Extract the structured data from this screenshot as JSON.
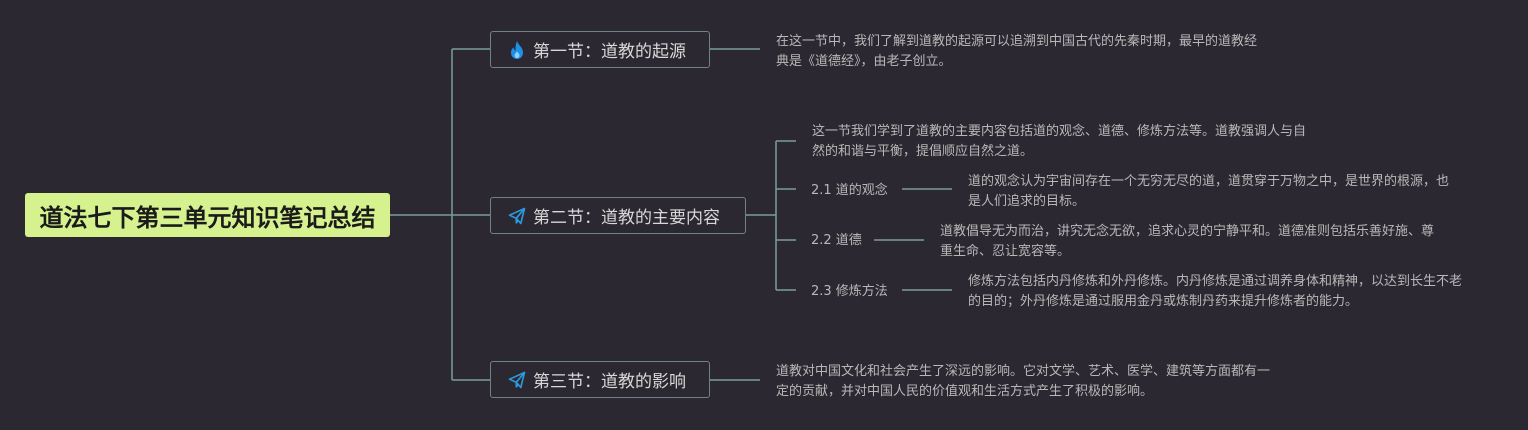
{
  "root": {
    "title": "道法七下第三单元知识笔记总结"
  },
  "sections": [
    {
      "title": "第一节：道教的起源",
      "icon": "fire-icon",
      "note": "在这一节中，我们了解到道教的起源可以追溯到中国古代的先秦时期，最早的道教经典是《道德经》，由老子创立。"
    },
    {
      "title": "第二节：道教的主要内容",
      "icon": "paper-plane-icon",
      "note": "这一节我们学到了道教的主要内容包括道的观念、道德、修炼方法等。道教强调人与自然的和谐与平衡，提倡顺应自然之道。",
      "children": [
        {
          "title": "2.1 道的观念",
          "note": "道的观念认为宇宙间存在一个无穷无尽的道，道贯穿于万物之中，是世界的根源，也是人们追求的目标。"
        },
        {
          "title": "2.2 道德",
          "note": "道教倡导无为而治，讲究无念无欲，追求心灵的宁静平和。道德准则包括乐善好施、尊重生命、忍让宽容等。"
        },
        {
          "title": "2.3 修炼方法",
          "note": "修炼方法包括内丹修炼和外丹修炼。内丹修炼是通过调养身体和精神，以达到长生不老的目的；外丹修炼是通过服用金丹或炼制丹药来提升修炼者的能力。"
        }
      ]
    },
    {
      "title": "第三节：道教的影响",
      "icon": "paper-plane-icon",
      "note": "道教对中国文化和社会产生了深远的影响。它对文学、艺术、医学、建筑等方面都有一定的贡献，并对中国人民的价值观和生活方式产生了积极的影响。"
    }
  ],
  "colors": {
    "background": "#2c2831",
    "root_fill": "#d5f28e",
    "connector": "#7a9c9c",
    "section_border": "#6f8288",
    "icon_fire": "#1e90e8",
    "icon_plane": "#2a9be0"
  }
}
